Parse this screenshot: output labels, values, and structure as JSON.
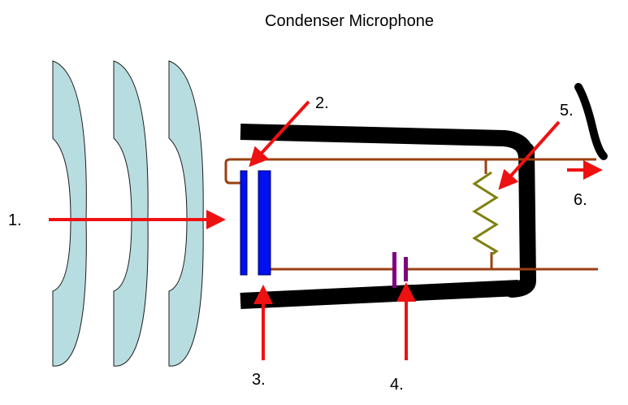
{
  "title": "Condenser Microphone",
  "labels": {
    "l1": "1.",
    "l2": "2.",
    "l3": "3.",
    "l4": "4.",
    "l5": "5.",
    "l6": "6."
  },
  "colors": {
    "wave_fill": "#b8dde0",
    "arrow": "#ee1111",
    "plate": "#0010ee",
    "wire": "#9a4010",
    "housing": "#000000",
    "resistor": "#808010",
    "battery": "#800080"
  }
}
